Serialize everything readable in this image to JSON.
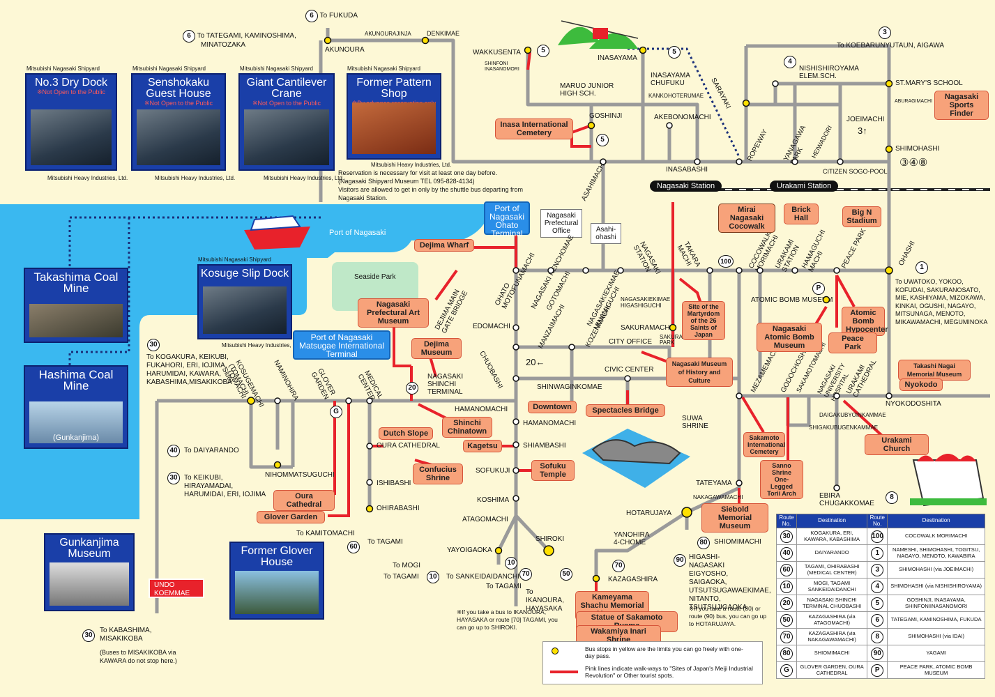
{
  "colors": {
    "background": "#fdf8d6",
    "sea": "#3ab8f0",
    "road": "#9a9a9a",
    "walk": "#e8222b",
    "stop": "#ffe000",
    "pink": "#f7a27a",
    "card": "#1a3fa8"
  },
  "routes_top": {
    "fukuda": "To FUKUDA",
    "tategami": "To TATEGAMI, KAMINOSHIMA,",
    "minatozaka": "MINATOZAKA",
    "koebaru": "To KOEBARUNYUTAUN, AIGAWA"
  },
  "route_nums": {
    "r6a": "6",
    "r6b": "6",
    "r3": "3",
    "r5a": "5",
    "r5b": "5",
    "r5c": "5",
    "r4": "4",
    "r3b": "3↑",
    "r348": "③④⑧",
    "r1": "1",
    "r100": "100",
    "r30a": "30",
    "r40": "40",
    "r30b": "30",
    "r20a": "20",
    "r20b": "20←",
    "rg": "G",
    "r60": "60",
    "r10a": "10",
    "r10b": "10",
    "r70a": "70",
    "r50": "50",
    "r70b": "70",
    "r80": "80",
    "r90": "90",
    "r8": "8",
    "r30c": "30",
    "rp": "P"
  },
  "cards": [
    {
      "label": "Mitsubishi Nagasaki Shipyard",
      "title": "No.3 Dry Dock",
      "note": "※Not Open to the Public",
      "credit": "Mitsubishi Heavy Industries, Ltd."
    },
    {
      "label": "Mitsubishi Nagasaki Shipyard",
      "title": "Senshokaku Guest House",
      "note": "※Not Open to the Public",
      "credit": "Mitsubishi Heavy Industries, Ltd."
    },
    {
      "label": "Mitsubishi Nagasaki Shipyard",
      "title": "Giant Cantilever Crane",
      "note": "※Not Open to the Public",
      "credit": "Mitsubishi Heavy Industries, Ltd."
    },
    {
      "label": "Mitsubishi Nagasaki Shipyard",
      "title": "Former Pattern Shop",
      "note": "※By advance reservation only",
      "credit": "Mitsubishi Heavy Industries, Ltd."
    }
  ],
  "reservation": [
    "Reservation is necessary for visit at least one day before.",
    "(Nagasaki Shipyard Museum  TEL 095-828-4134)",
    "Visitors are allowed to get in only by the shuttle bus departing from",
    "Nagasaki Station."
  ],
  "sea_cards": {
    "takashima": "Takashima Coal Mine",
    "hashima": "Hashima Coal Mine",
    "gunkanjima": "(Gunkanjima)",
    "kosuge": "Kosuge Slip Dock",
    "kosuge_label": "Mitsubishi Nagasaki Shipyard",
    "kosuge_credit": "Mitsubishi Heavy Industries, Ltd.",
    "gunkan_museum": "Gunkanjima Museum",
    "glover": "Former Glover House"
  },
  "port": {
    "name": "Port of Nagasaki",
    "seaside": "Seaside Park",
    "ohato": "Port of Nagasaki Ohato Terminal",
    "matsugae": "Port of Nagasaki Matsugae International Terminal",
    "pref_office": "Nagasaki Prefectural Office",
    "asahi": "Asahi-ohashi"
  },
  "stations": {
    "nagasaki": "Nagasaki Station",
    "urakami": "Urakami Station"
  },
  "stops": {
    "akunoura": "AKUNOURA",
    "akunourajinja": "AKUNOURAJINJA",
    "denkimae": "DENKIMAE",
    "wakkusenta": "WAKKUSENTA",
    "shinfoni": "SHINFONI INASANOMORI",
    "inasayama": "INASAYAMA",
    "inasayamachufuku": "INASAYAMA CHUFUKU",
    "kankohoterumae": "KANKOHOTERUMAE",
    "maruo": "MARUO JUNIOR HIGH SCH.",
    "goshinji": "GOSHINJI",
    "akebonomachi": "AKEBONOMACHI",
    "asahimachi": "ASAHIMACHI",
    "inasabashi": "INASABASHI",
    "sarayaki": "SARAYAKI",
    "ropeway": "ROPEWAY",
    "yanagawa": "YANAGAWA PARK",
    "heiwadori": "HEIWADORI",
    "nishishiroyama": "NISHISHIROYAMA ELEM.SCH.",
    "stmarys": "ST.MARY'S SCHOOL",
    "aburagimachi": "ABURAGIMACHI",
    "joeimachi": "JOEIMACHI",
    "shimohashi": "SHIMOHASHI",
    "citizen": "CITIZEN SOGO-POOL",
    "nagasakistation": "NAGASAKI STATION",
    "takaramachi": "TAKARA MACHI",
    "cocowalk": "COCOWALK MORIMACHI",
    "urakamistation": "URAKAMI STATION",
    "hamaguchi": "HAMAGUCHI MACHI",
    "peacepark": "PEACE PARK",
    "ohashi": "OHASHI",
    "ohato": "OHATO",
    "motofuna": "MOTOFUNAMACHI",
    "kenchomae": "NAGASAKI KENCHOMAE",
    "gotomachi": "GOTOMACHI",
    "kimae": "NAGASAKIEKIMAE MINAMIGUCHI",
    "higashiguchi": "NAGASAKIEKIMAE HIGASHIGUCHI",
    "sakuramachi": "SAKURAMACHI",
    "sakuramachipark": "SAKURAMACHI PARK",
    "atomic": "ATOMIC BOMB MUSEUM",
    "dejimamain": "DEJIMA MAIN GATE BRIDGE",
    "edomachi": "EDOMACHI",
    "manzaimachi": "MANZAIMACHI",
    "kozenmachi": "KOZENMACHI",
    "cityoffice": "CITY OFFICE",
    "chuobashi": "CHUOBASHI",
    "civic": "CIVIC CENTER",
    "shinwagin": "SHINWAGINKOMAE",
    "shinchi": "NAGASAKI SHINCHI TERMINAL",
    "hamanomachi": "HAMANOMACHI",
    "hamanomachi2": "HAMANOMACHI",
    "shiambashi": "SHIAMBASHI",
    "sofukuji": "SOFUKUJI",
    "koshima": "KOSHIMA",
    "atagomachi": "ATAGOMACHI",
    "suwa": "SUWA SHRINE",
    "tateyama": "TATEYAMA",
    "nakagawa": "NAKAGAWAMACHI",
    "hotarujaya": "HOTARUJAYA",
    "yanohira": "YANOHIRA 4-CHOME",
    "shiomimachi": "SHIOMIMACHI",
    "kazagashira": "KAZAGASHIRA",
    "shiroki": "SHIROKI",
    "yayoigaoka": "YAYOIGAOKA",
    "mezame": "MEZAMEMACHI",
    "godocho": "GODOCHOSHAMAE",
    "sakamoto": "SAKAMOTOMACHI",
    "univhosp": "NAGASAKI UNIVERSITY HOSPITAL",
    "urakamicath": "URAKAMI CATHEDRAL",
    "nyokodo": "NYOKODOSHITA",
    "daigakubyoin": "DAIGAKUBYOINKAMMAE",
    "shigaku": "SHIGAKUBUGENKAMMAE",
    "ebira": "EBIRA CHUGAKKOMAE",
    "kosugemachi": "KOSUGEMACHI (TOMACHI Side)",
    "tomachi": "TOMACHI",
    "naminohira": "NAMINOHIRA",
    "gloverg": "GLOVER GARDEN",
    "medical": "MEDICAL CENTER",
    "ouracath": "OURA CATHEDRAL",
    "ishibashi": "ISHIBASHI",
    "ohirabashi": "OHIRABASHI",
    "nihommatsu": "NIHOMMATSUGUCHI",
    "undo": "UNDO KOEMMAE"
  },
  "pink": {
    "inasa": "Inasa International Cemetery",
    "mirai": "Mirai Nagasaki Cocowalk",
    "brick": "Brick Hall",
    "bign": "Big N Stadium",
    "sports": "Nagasaki Sports Finder",
    "dejimawharf": "Dejima Wharf",
    "prefart": "Nagasaki Prefectural Art Museum",
    "dejimamuseum": "Dejima Museum",
    "martyrdom": "Site of the Martyrdom of the 26 Saints of Japan",
    "atomicmuseum": "Nagasaki Atomic Bomb Museum",
    "hypocenter": "Atomic Bomb Hypocenter",
    "peacepark": "Peace Park",
    "nagai": "Takashi Nagai Memorial Museum",
    "nyokodo": "Nyokodo",
    "historymuseum": "Nagasaki Museum of History and Culture",
    "downtown": "Downtown",
    "spectacles": "Spectacles Bridge",
    "shinchi": "Shinchi Chinatown",
    "dutch": "Dutch Slope",
    "kagetsu": "Kagetsu",
    "confucius": "Confucius Shrine",
    "sofuku": "Sofuku Temple",
    "oura": "Oura Cathedral",
    "glover": "Glover Garden",
    "sakamoto": "Sakamoto International Cemetery",
    "sanno": "Sanno Shrine One-Legged Torii Arch",
    "urakamichurch": "Urakami Church",
    "siebold": "Siebold Memorial Museum",
    "kameyama": "Kameyama Shachu Memorial Museum",
    "sakamotoryoma": "Statue of Sakamoto Ryoma",
    "wakamiya": "Wakamiya Inari Shrine"
  },
  "dests": {
    "to30": "To KOGAKURA, KEIKUBI, FUKAHORI, ERI, IOJIMA, HARUMIDAI, KAWARA, KABASHIMA,MISAKIKOBA",
    "todaiyarando": "To DAIYARANDO",
    "tokeikubi": "To KEIKUBI, HIRAYAMADAI, HARUMIDAI, ERI, IOJIMA",
    "tokamitomachi": "To KAMITOMACHI",
    "totagami": "To TAGAMI",
    "tomogi": "To MOGI",
    "totagami2": "To TAGAMI",
    "tosankei": "To SANKEIDAIDANCHI",
    "totagami3": "To TAGAMI",
    "toikanoura": "To IKANOURA, HAYASAKA",
    "ohashi": "To UWATOKO, YOKOO, KOFUDAI, SAKURANOSATO, MIE, KASHIYAMA, MIZOKAWA, KINKAI, OGUSHI, NAGAYO, MITSUNAGA, MENOTO, MIKAWAMACHI, MEGUMINOKA",
    "higashi": "HIGASHI-NAGASAKI EIGYOSHO, SAIGAOKA, UTSUTSUGAWAEKIMAE, NITANTO, TSUTSUJIGAOKA",
    "kabashima": "To KABASHIMA, MISAKIKOBA",
    "kabashimanote": "(Buses to MISAKIKOBA via KAWARA do not stop here.)"
  },
  "notes": {
    "ikanoura": "※If you take a bus to IKANOURA, HAYASAKA or route [70] TAGAMI, you can go up to SHIROKI.",
    "hotaru": "※If you take a route (80) or route (90) bus, you can go up to HOTARUJAYA.",
    "legend_yellow": "Bus stops in yellow are the limits you can go freely with one-day pass.",
    "legend_pink": "Pink lines indicate walk-ways to \"Sites of Japan's Meiji Industrial Revolution\" or Other tourist spots."
  },
  "legend_headers": [
    "Route No.",
    "Destination",
    "Route No.",
    "Destination"
  ],
  "legend_rows": [
    [
      "30",
      "KOGAKURA, ERI, KAWARA, KABASHIMA",
      "100",
      "COCOWALK MORIMACHI"
    ],
    [
      "40",
      "DAIYARANDO",
      "1",
      "NAMESHI, SHIMOHASHI, TOGITSU, NAGAYO, MENOTO, KAWABIRA"
    ],
    [
      "60",
      "TAGAMI, OHIRABASHI (MEDICAL CENTER)",
      "3",
      "SHIMOHASHI (via JOEIMACHI)"
    ],
    [
      "10",
      "MOGI, TAGAMI SANKEIDAIDANCHI",
      "4",
      "SHIMOHASHI (via NISHISHIROYAMA)"
    ],
    [
      "20",
      "NAGASAKI SHINCHI TERMINAL CHUOBASHI",
      "5",
      "GOSHINJI, INASAYAMA, SHINFONIINASANOMORI"
    ],
    [
      "50",
      "KAZAGASHIRA (via ATAGOMACHI)",
      "6",
      "TATEGAMI, KAMINOSHIMA, FUKUDA"
    ],
    [
      "70",
      "KAZAGASHIRA (via NAKAGAWAMACHI)",
      "8",
      "SHIMOHASHI (via IDAI)"
    ],
    [
      "80",
      "SHIOMIMACHI",
      "90",
      "YAGAMI"
    ],
    [
      "G",
      "GLOVER GARDEN, OURA CATHEDRAL",
      "P",
      "PEACE PARK, ATOMIC BOMB MUSEUM"
    ]
  ]
}
